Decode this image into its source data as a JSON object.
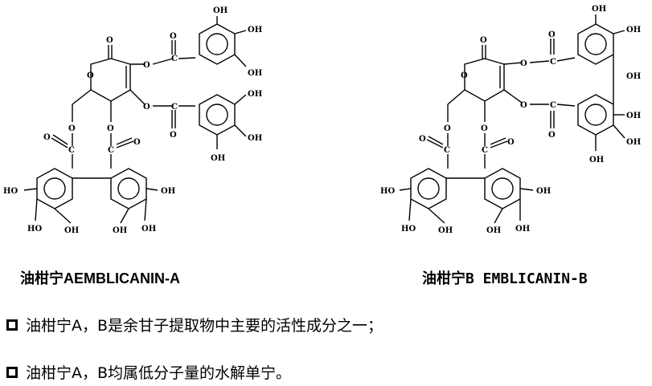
{
  "structure_a": {
    "atoms": {
      "oh_1": "OH",
      "oh_2": "OH",
      "oh_3": "OH",
      "oh_4": "OH",
      "oh_5": "OH",
      "oh_6": "OH",
      "oh_7": "HO",
      "oh_8": "HO",
      "oh_9": "OH",
      "oh_10": "OH",
      "oh_11": "OH",
      "oh_12": "OH",
      "o_1": "O",
      "o_2": "O",
      "o_3": "O",
      "o_4": "O",
      "o_5": "O",
      "o_6": "O",
      "o_7": "O",
      "o_8": "O",
      "o_9": "O",
      "o_10": "O",
      "c_1": "C",
      "c_2": "C",
      "c_3": "C",
      "c_4": "C"
    },
    "caption": "油柑宁AEMBLICANIN-A"
  },
  "structure_b": {
    "atoms": {
      "oh_1": "OH",
      "oh_2": "OH",
      "oh_3": "OH",
      "oh_4": "OH",
      "oh_5": "OH",
      "oh_6": "OH",
      "oh_7": "HO",
      "oh_8": "HO",
      "oh_9": "OH",
      "oh_10": "OH",
      "oh_11": "OH",
      "oh_12": "OH",
      "o_1": "O",
      "o_2": "O",
      "o_3": "O",
      "o_4": "O",
      "o_5": "O",
      "o_6": "O",
      "o_7": "O",
      "o_8": "O",
      "o_9": "O",
      "o_10": "O",
      "c_1": "C",
      "c_2": "C",
      "c_3": "C",
      "c_4": "C"
    },
    "caption": "油柑宁B EMBLICANIN-B"
  },
  "bullets": [
    "油柑宁A，B是余甘子提取物中主要的活性成分之一；",
    "油柑宁A，B均属低分子量的水解单宁。"
  ]
}
